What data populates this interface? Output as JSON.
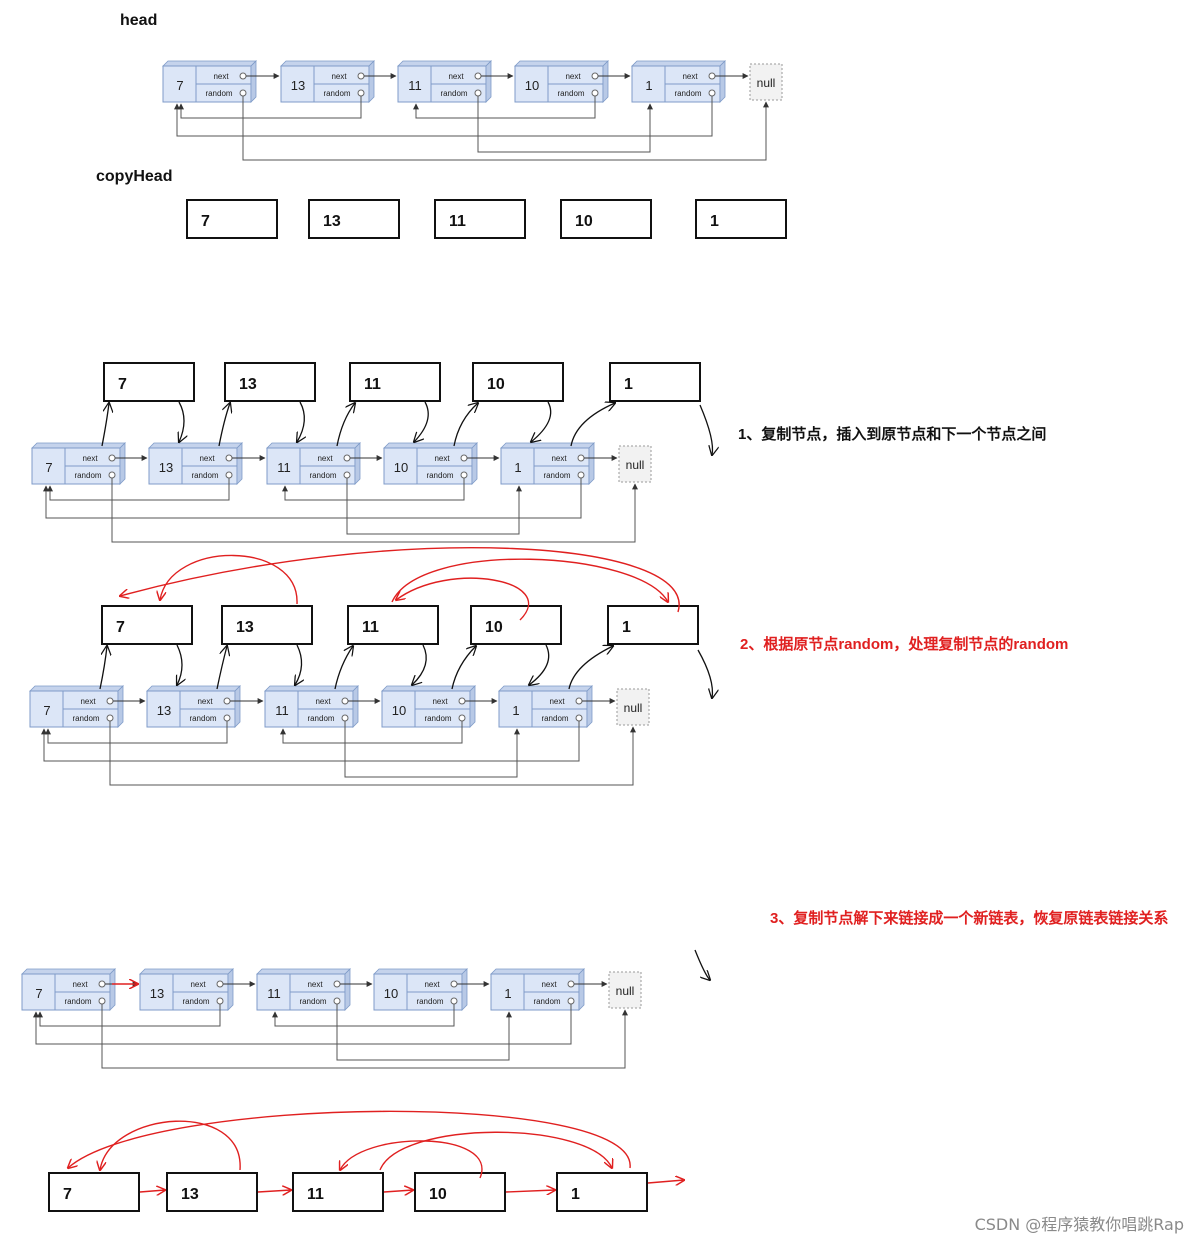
{
  "labels": {
    "head": "head",
    "copy_head": "copyHead"
  },
  "original_values": [
    "7",
    "13",
    "11",
    "10",
    "1"
  ],
  "copy_values": [
    "7",
    "13",
    "11",
    "10",
    "1"
  ],
  "node_fields": {
    "next": "next",
    "random": "random",
    "null": "null"
  },
  "steps": [
    "1、复制节点，插入到原节点和下一个节点之间",
    "2、根据原节点random，处理复制节点的random",
    "3、复制节点解下来链接成一个新链表，恢复原链表链接关系"
  ],
  "watermark": "CSDN @程序猿教你唱跳Rap",
  "colors": {
    "node_fill": "#dce6f7",
    "node_stroke": "#7f9bc8",
    "red": "#e02020",
    "step_red": "#e02020"
  }
}
